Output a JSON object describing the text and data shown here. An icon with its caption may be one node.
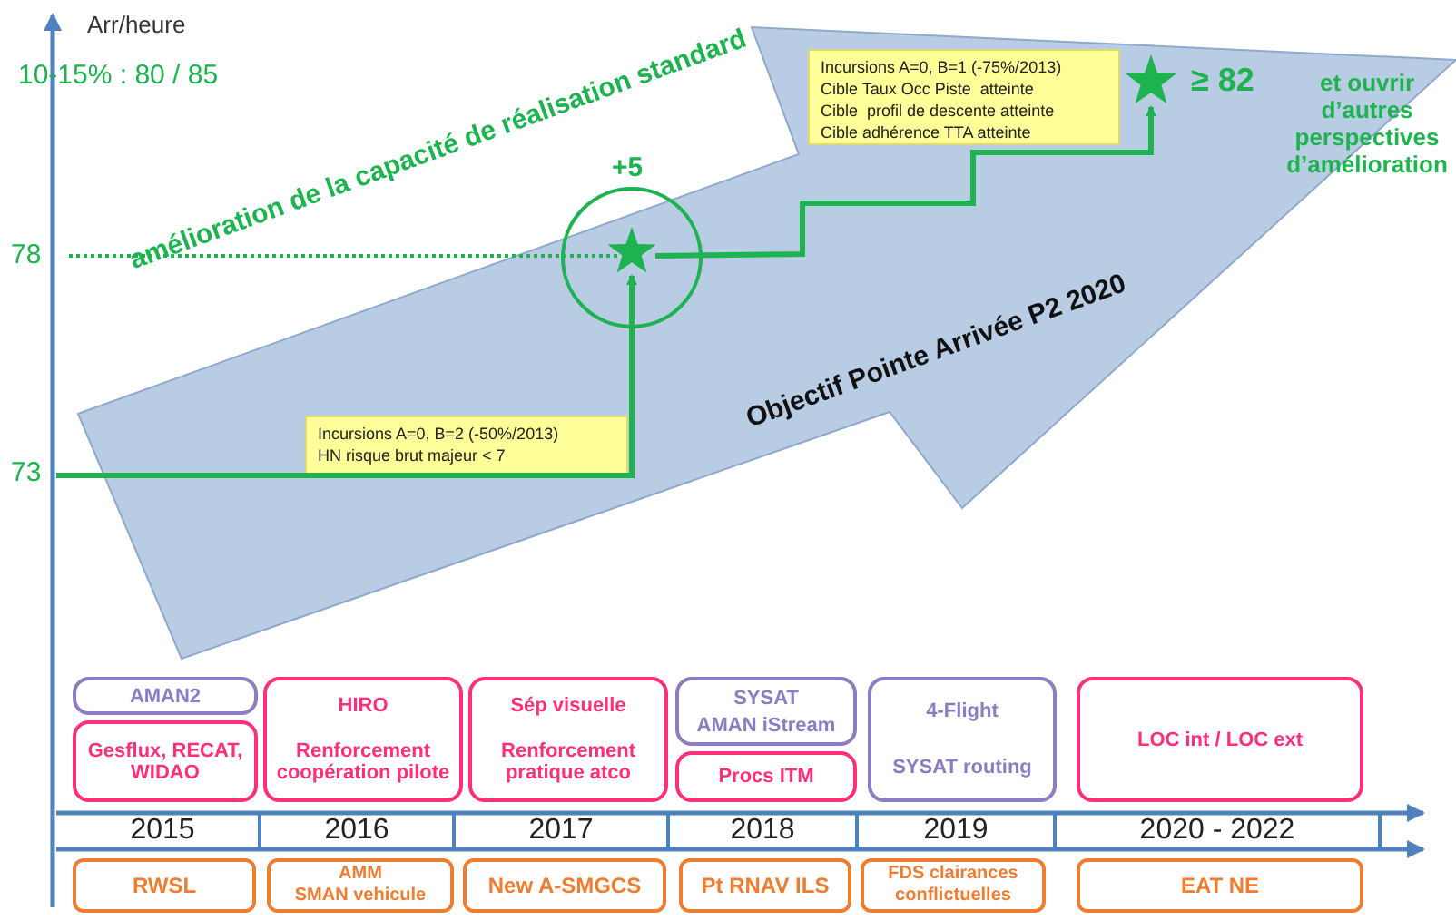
{
  "diagram": {
    "nodes": [
      {
        "text": [
          "Objectif Pointe Arrivée P2 2020"
        ]
      },
      {
        "text": [
          "Incursions A=0, B=2 (-50%/2013)",
          "HN risque brut majeur < 7"
        ],
        "in": 0
      },
      {
        "text": [
          "Incursions A=0, B=1 (-75%/2013)",
          "Cible Taux Occ Piste  atteinte",
          "Cible  profil de descente atteinte",
          "Cible adhérence TTA atteinte"
        ],
        "in": 0
      },
      {
        "text": [
          "AMAN2"
        ]
      },
      {
        "text": [
          "Gesflux, RECAT, WIDAO"
        ]
      },
      {
        "text": [
          "HIRO",
          "Renforcement coopération pilote"
        ]
      },
      {
        "text": [
          "Sép visuelle",
          "Renforcement pratique atco"
        ]
      },
      {
        "text": [
          "SYSAT",
          "AMAN iStream"
        ]
      },
      {
        "text": [
          "Procs ITM"
        ]
      },
      {
        "text": [
          "4-Flight",
          "SYSAT routing"
        ]
      },
      {
        "text": [
          "LOC int / LOC ext"
        ]
      },
      {
        "text": [
          "RWSL"
        ]
      },
      {
        "text": [
          "AMM",
          "SMAN vehicule"
        ]
      },
      {
        "text": [
          "New A-SMGCS"
        ]
      },
      {
        "text": [
          "Pt RNAV ILS"
        ]
      },
      {
        "text": [
          "FDS clairances conflictuelles"
        ]
      },
      {
        "text": [
          "EAT NE"
        ]
      },
      {
        "text": [],
        "shape": "star",
        "in": 0
      },
      {
        "text": [],
        "shape": "star",
        "in": 0
      }
    ],
    "edges": [
      {
        "from": null,
        "to": 17,
        "arrow": "to"
      },
      {
        "from": 17,
        "to": 18,
        "arrow": "to"
      }
    ],
    "labels": [
      "Arr/heure",
      "10-15% : 80 / 85",
      "amélioration de la capacité de réalisation standard",
      "+5",
      "≥ 82",
      "et ouvrir d’autres perspectives d’amélioration",
      "78",
      "73",
      "2015",
      "2016",
      "2017",
      "2018",
      "2019",
      "2020 - 2022"
    ]
  }
}
